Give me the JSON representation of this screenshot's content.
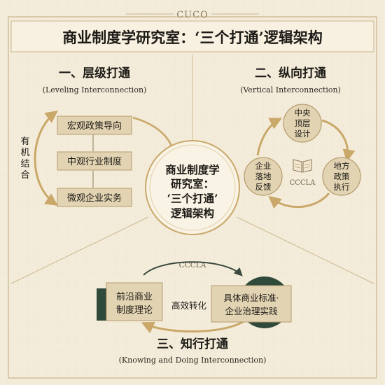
{
  "header": {
    "brand": "CUCO",
    "title": "商业制度学研究室：‘三个打通’逻辑架构"
  },
  "center": {
    "lines": [
      "商业制度学",
      "研究室：",
      "‘三个打通’",
      "逻辑架构"
    ]
  },
  "section_leveling": {
    "title": "一、层级打通",
    "subtitle": "(Leveling Interconnection)",
    "levels": [
      "宏观政策导向",
      "中观行业制度",
      "微观企业实务"
    ],
    "side_label": [
      "有",
      "机",
      "结",
      "合"
    ]
  },
  "section_vertical": {
    "title": "二、纵向打通",
    "subtitle": "(Vertical Interconnection)",
    "node_top": [
      "中央",
      "顶层",
      "设计"
    ],
    "node_right": [
      "地方",
      "政策",
      "执行"
    ],
    "node_left": [
      "企业",
      "落地",
      "反馈"
    ],
    "center_label": "CCCLA"
  },
  "section_knowing": {
    "title": "三、知行打通",
    "subtitle": "(Knowing and Doing Interconnection)",
    "top_label": "CCCLA",
    "left_box": [
      "前沿商业",
      "制度理论"
    ],
    "right_box": [
      "具体商业标准·",
      "企业治理实践"
    ],
    "middle_label": "高效转化"
  },
  "colors": {
    "bg": "#f4ecda",
    "panel": "#efe4cc",
    "beige_box": "#e2d3b2",
    "beige_border": "#b59c6c",
    "arrow": "#c9a86a",
    "dark_green": "#2f4a3a",
    "text": "#1c1a16"
  }
}
